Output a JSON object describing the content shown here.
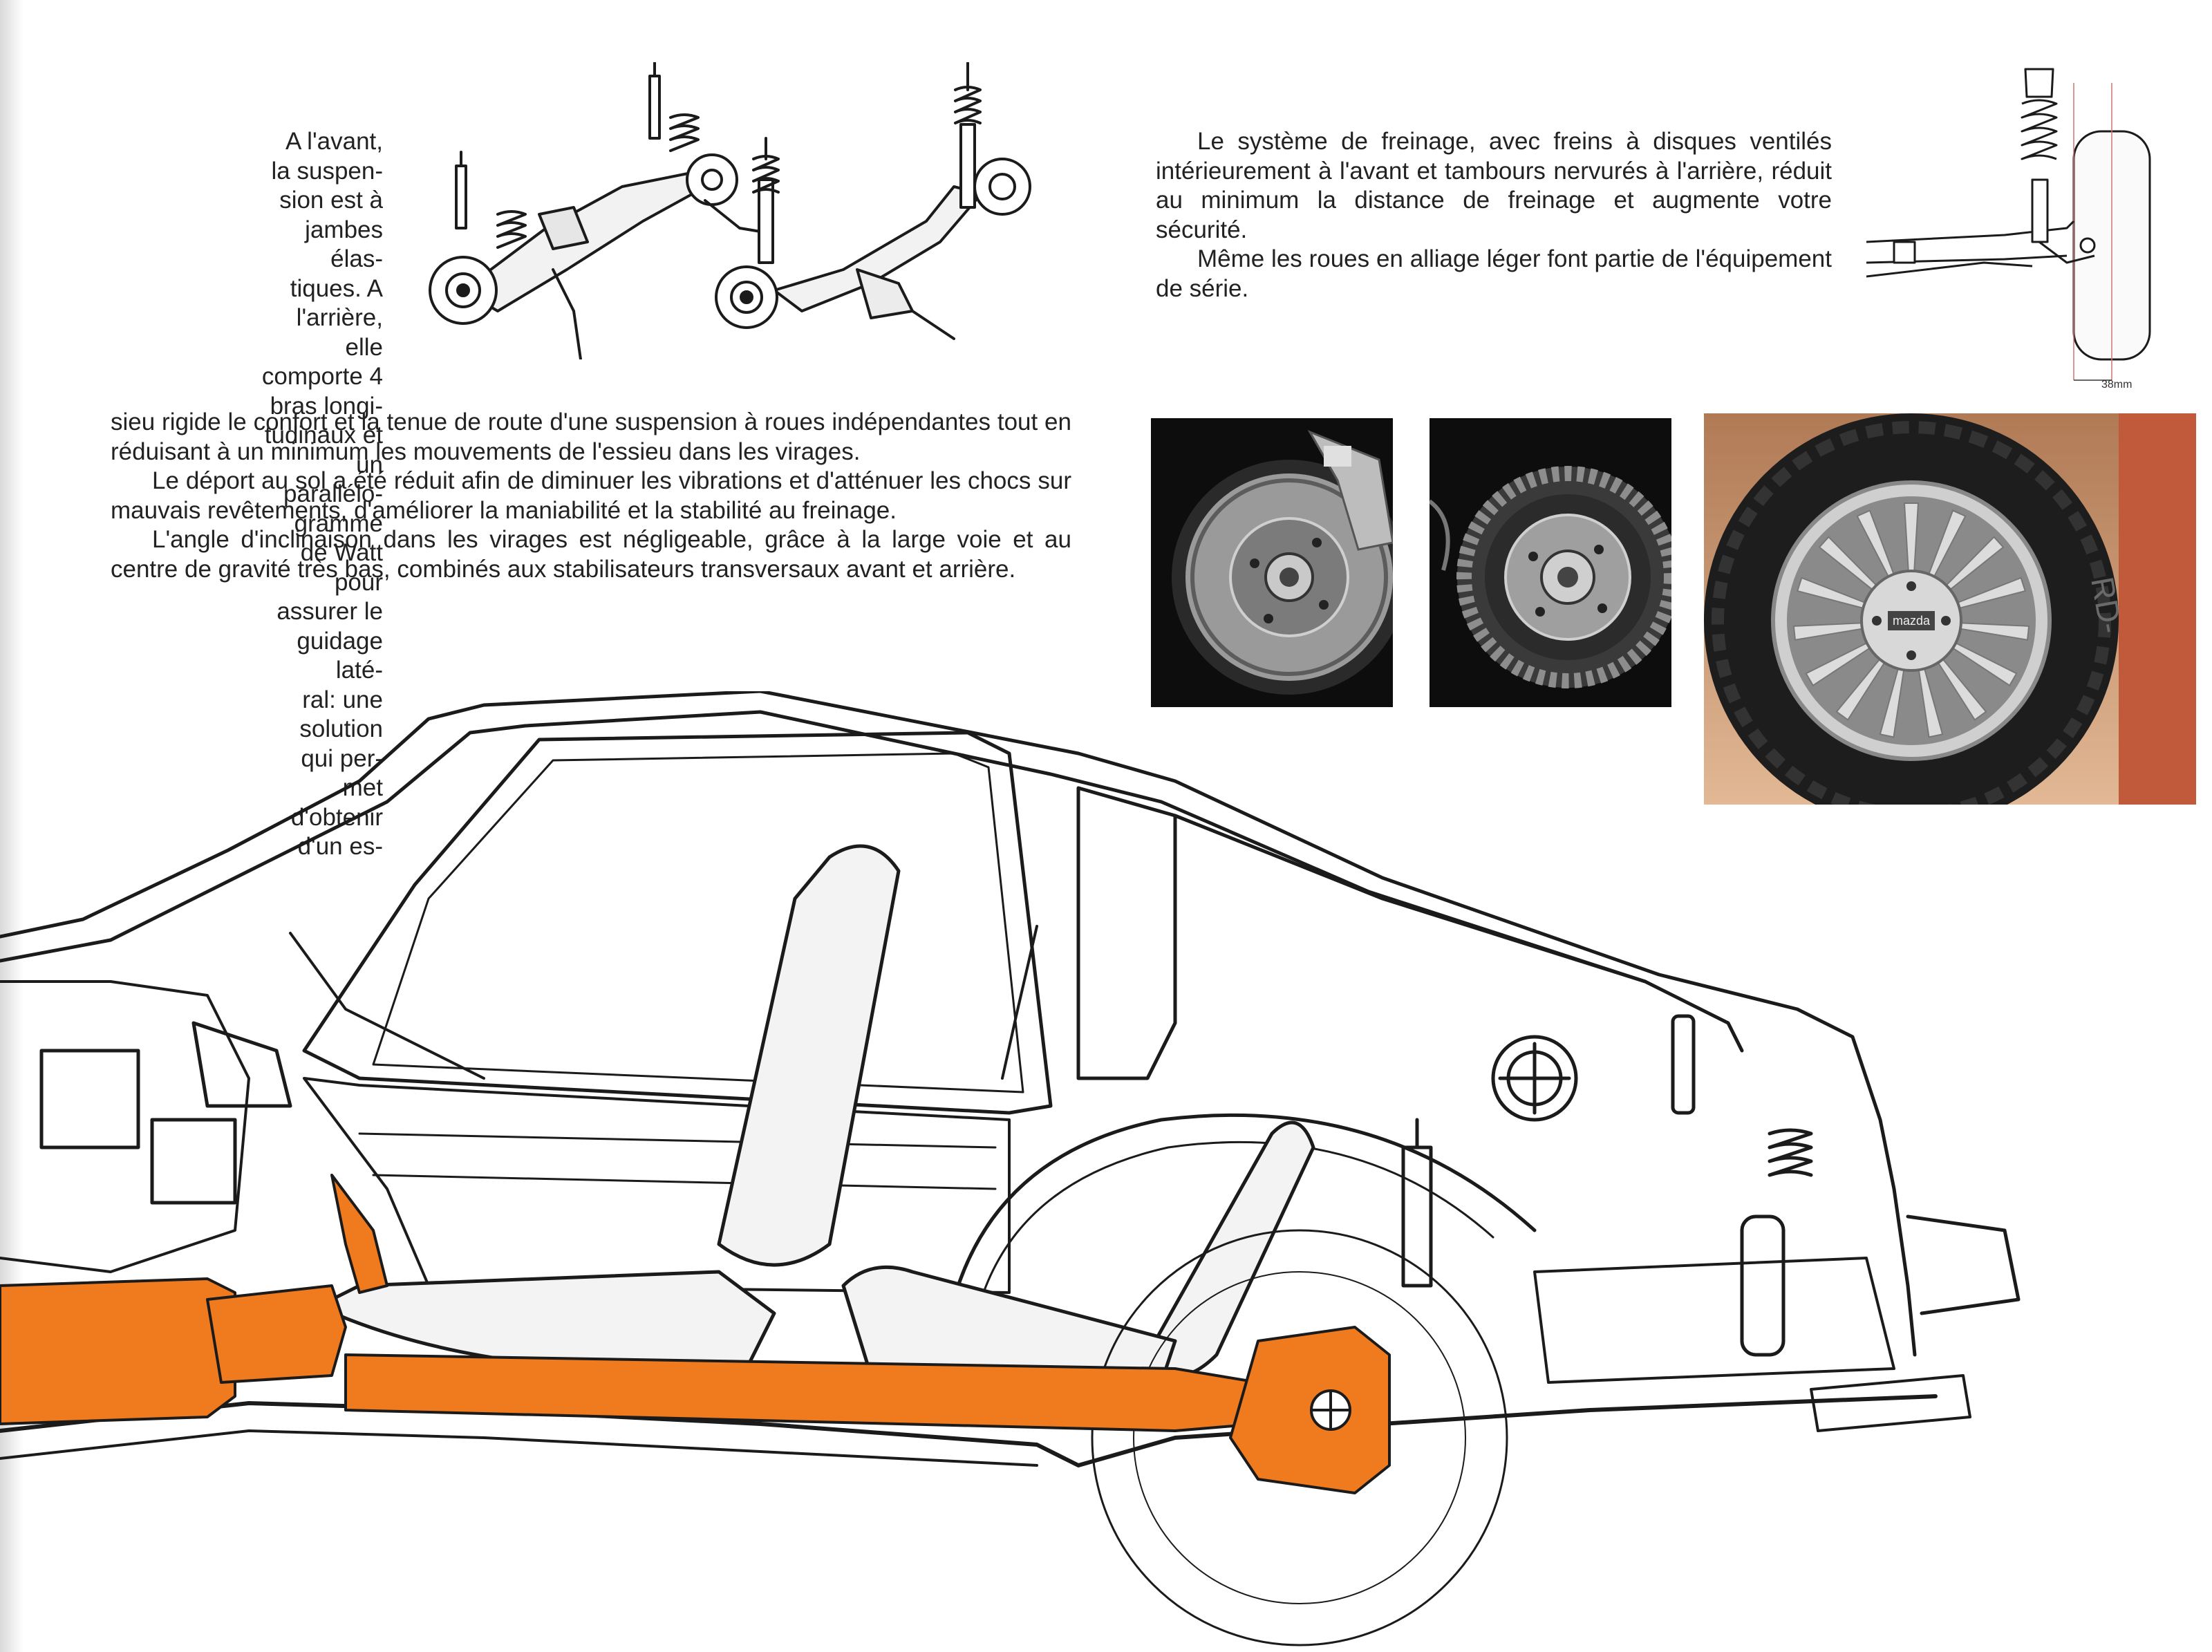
{
  "suspension_text": {
    "narrow_lines": [
      "A l'avant, la suspen-",
      "sion est à jambes élas-",
      "tiques. A l'arrière, elle",
      "comporte 4 bras longi-",
      "tudinaux et un parallélo-",
      "gramme de Watt pour",
      "assurer le guidage laté-",
      "ral: une solution qui per-",
      "met d'obtenir d'un es-"
    ],
    "wide_p1": "sieu rigide le confort et la tenue de route d'une suspension à roues indépendantes tout en réduisant à un minimum les mouvements de l'essieu dans les virages.",
    "p2": "Le déport au sol a été réduit afin de diminuer les vibrations et d'atténuer les chocs sur mauvais revêtements, d'améliorer la maniabilité et la stabilité au freinage.",
    "p3": "L'angle d'inclinaison dans les virages est négligeable, grâce à la large voie et au centre de gravité très bas, combinés aux stabilisateurs transversaux avant et arrière."
  },
  "brakes_text": {
    "p1": "Le système de freinage, avec freins à disques ventilés intérieurement à l'avant et tambours nervurés à l'arrière, réduit au minimum la distance de freinage et augmente votre sécurité.",
    "p2": "Même les roues en alliage léger font partie de l'équipement de série."
  },
  "diagram": {
    "offset_label": "38mm",
    "wheel_badge": "mazda",
    "tire_text": "RD-"
  },
  "colors": {
    "drivetrain": "#f07a1e",
    "line": "#1b1b1b",
    "photo_bg": "#0d0d0d"
  }
}
